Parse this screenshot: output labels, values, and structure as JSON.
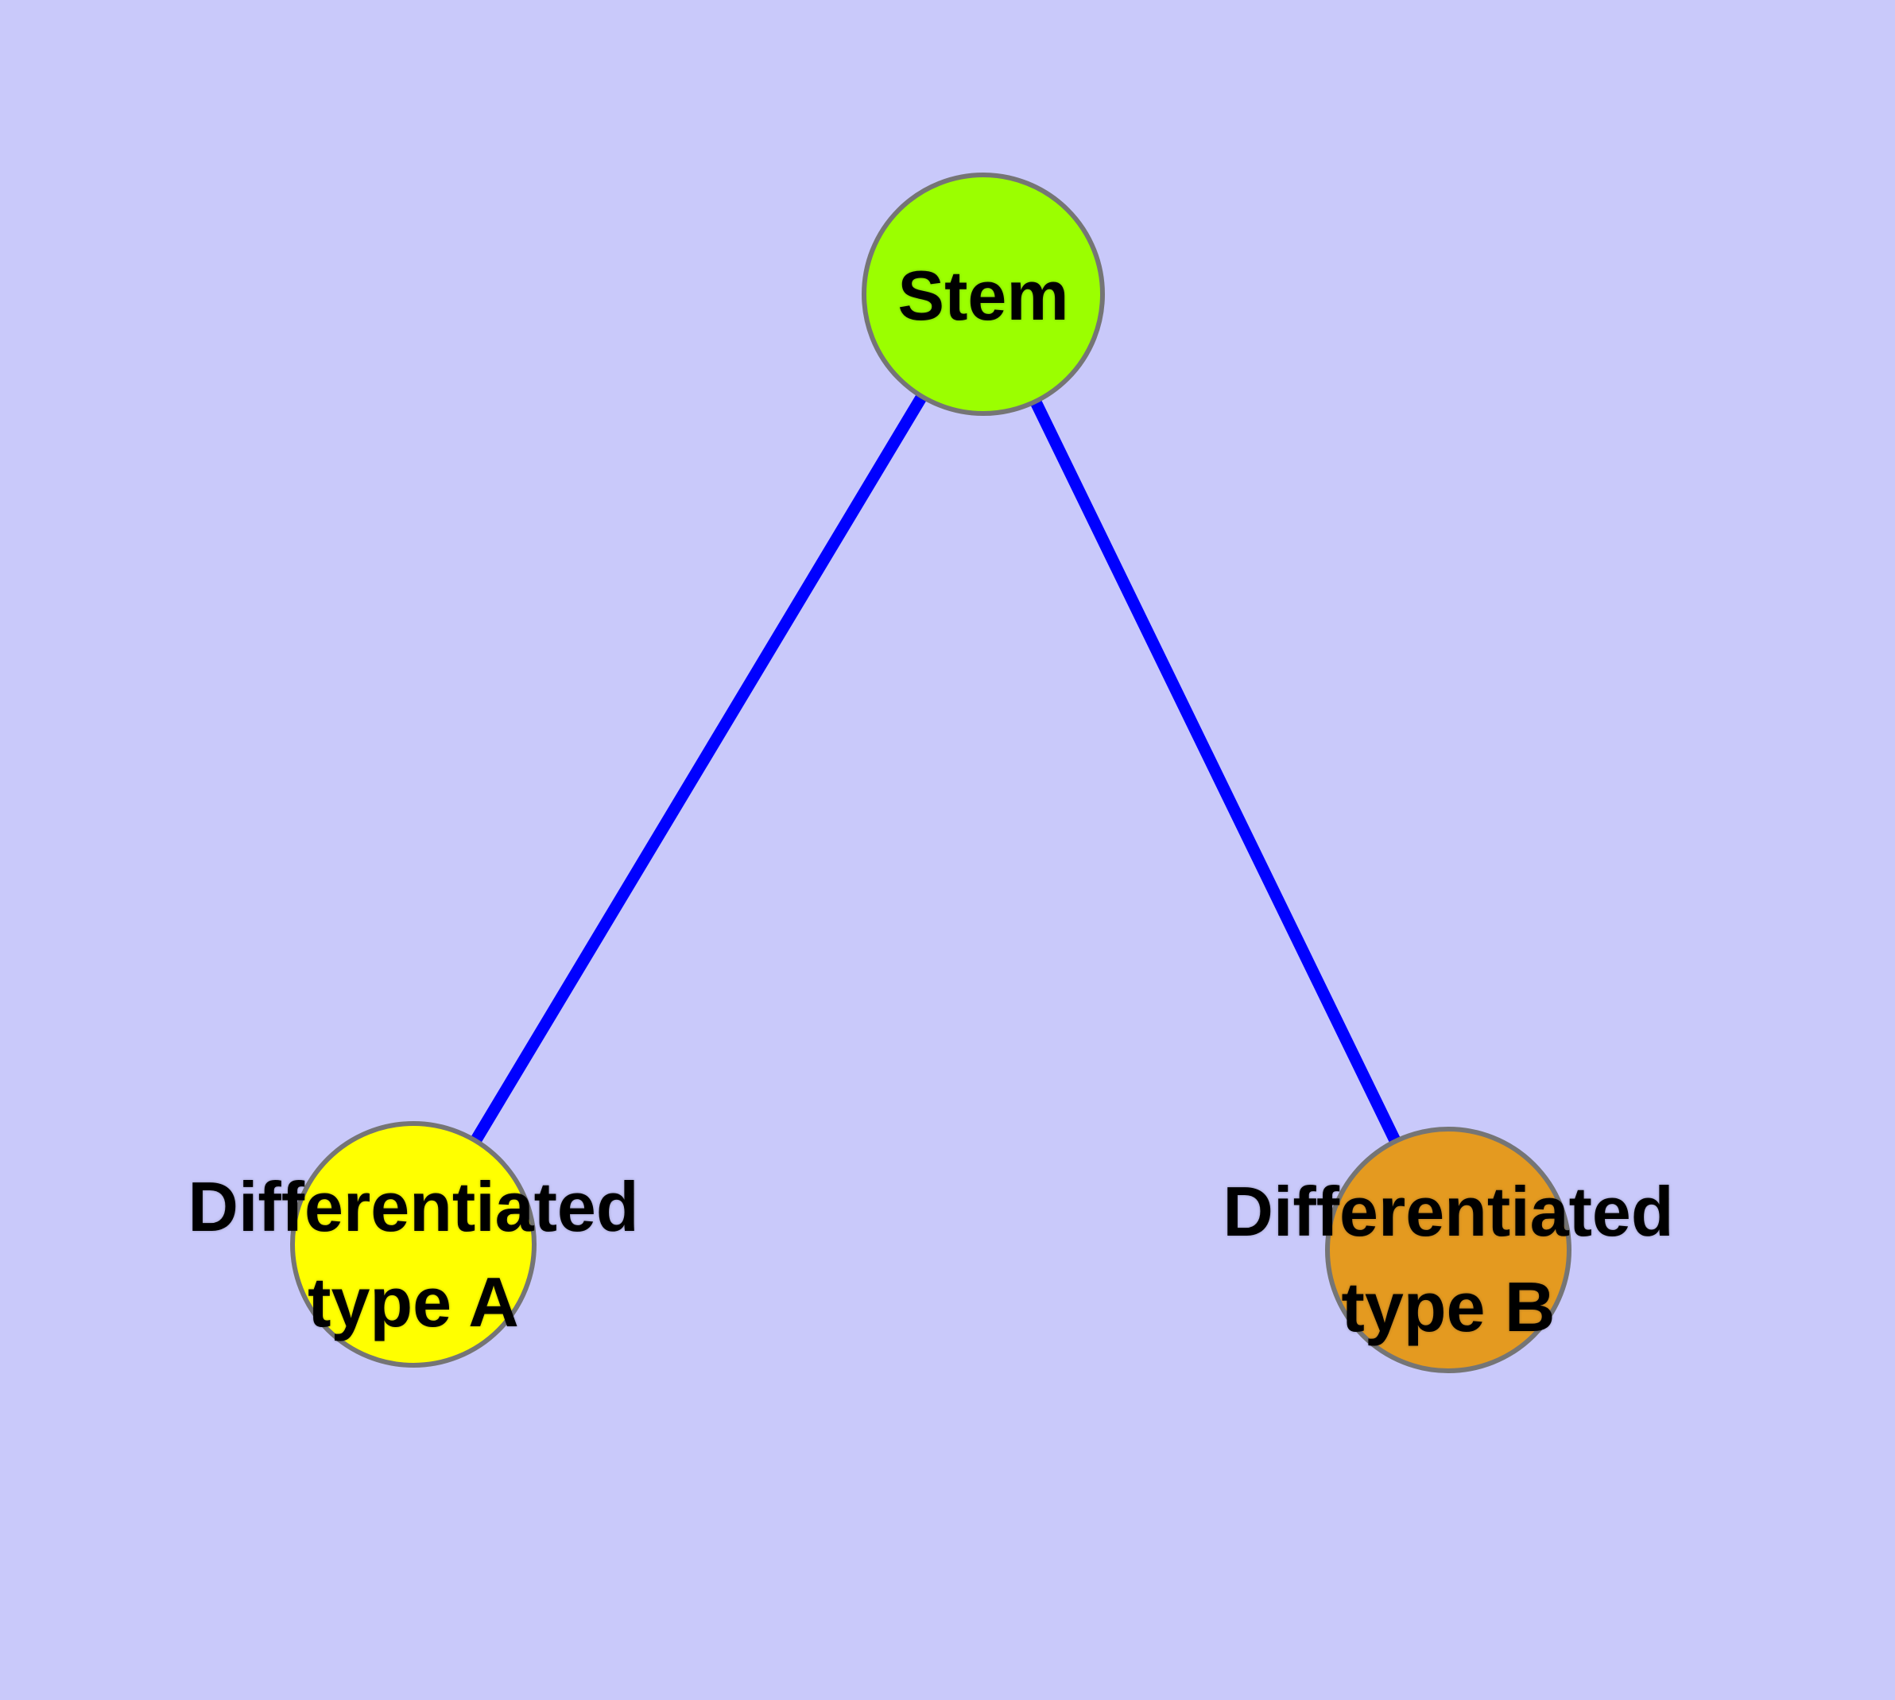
{
  "diagram": {
    "type": "graph",
    "background_color": "#C9C9FA",
    "edge_color": "#0000FF",
    "node_border_color": "#757575",
    "label_color": "#000000",
    "nodes": [
      {
        "id": "stem",
        "label": "Stem",
        "fill": "#9BFF00"
      },
      {
        "id": "differentiated-type-a",
        "label_lines": [
          "Differentiated",
          "type A"
        ],
        "fill": "#FFFF00"
      },
      {
        "id": "differentiated-type-b",
        "label_lines": [
          "Differentiated",
          "type B"
        ],
        "fill": "#E49A20"
      }
    ],
    "edges": [
      {
        "from": "stem",
        "to": "differentiated-type-a"
      },
      {
        "from": "stem",
        "to": "differentiated-type-b"
      }
    ]
  }
}
